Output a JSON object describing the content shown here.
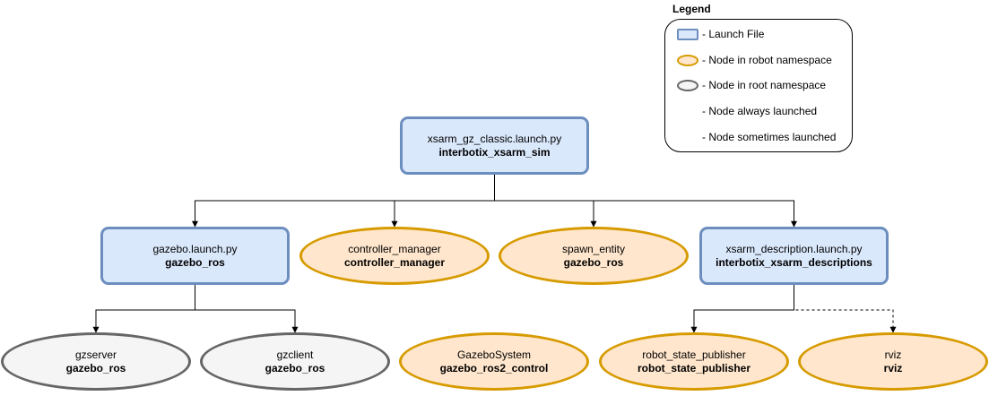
{
  "legend": {
    "title": "Legend",
    "items": [
      {
        "swatch": "launch-file",
        "label": "- Launch File"
      },
      {
        "swatch": "robot-namespace-node",
        "label": "- Node in robot namespace"
      },
      {
        "swatch": "root-namespace-node",
        "label": "- Node in root namespace"
      },
      {
        "swatch": "solid-arrow",
        "label": "- Node always launched"
      },
      {
        "swatch": "dashed-arrow",
        "label": "- Node sometimes launched"
      }
    ]
  },
  "colors": {
    "launch_fill": "#dae8fc",
    "launch_stroke": "#6c8ebf",
    "robot_fill": "#ffe6cc",
    "robot_stroke": "#d79b00",
    "root_fill": "#f5f5f5",
    "root_stroke": "#666666",
    "edge": "#000000"
  },
  "nodes": {
    "xsarm_gz_classic": {
      "kind": "launch-file",
      "name": "xsarm_gz_classic.launch.py",
      "package": "interbotix_xsarm_sim"
    },
    "gazebo_launch": {
      "kind": "launch-file",
      "name": "gazebo.launch.py",
      "package": "gazebo_ros"
    },
    "controller_manager": {
      "kind": "robot-namespace-node",
      "name": "controller_manager",
      "package": "controller_manager"
    },
    "spawn_entity": {
      "kind": "robot-namespace-node",
      "name": "spawn_entity",
      "package": "gazebo_ros"
    },
    "xsarm_description": {
      "kind": "launch-file",
      "name": "xsarm_description.launch.py",
      "package": "interbotix_xsarm_descriptions"
    },
    "gzserver": {
      "kind": "root-namespace-node",
      "name": "gzserver",
      "package": "gazebo_ros"
    },
    "gzclient": {
      "kind": "root-namespace-node",
      "name": "gzclient",
      "package": "gazebo_ros"
    },
    "gazebo_system": {
      "kind": "robot-namespace-node",
      "name": "GazeboSystem",
      "package": "gazebo_ros2_control"
    },
    "robot_state_publisher": {
      "kind": "robot-namespace-node",
      "name": "robot_state_publisher",
      "package": "robot_state_publisher"
    },
    "rviz": {
      "kind": "robot-namespace-node",
      "name": "rviz",
      "package": "rviz"
    }
  },
  "edges": [
    {
      "from": "xsarm_gz_classic",
      "to": "gazebo_launch",
      "style": "always"
    },
    {
      "from": "xsarm_gz_classic",
      "to": "controller_manager",
      "style": "always"
    },
    {
      "from": "xsarm_gz_classic",
      "to": "spawn_entity",
      "style": "always"
    },
    {
      "from": "xsarm_gz_classic",
      "to": "xsarm_description",
      "style": "always"
    },
    {
      "from": "gazebo_launch",
      "to": "gzserver",
      "style": "always"
    },
    {
      "from": "gazebo_launch",
      "to": "gzclient",
      "style": "always"
    },
    {
      "from": "xsarm_description",
      "to": "robot_state_publisher",
      "style": "always"
    },
    {
      "from": "xsarm_description",
      "to": "rviz",
      "style": "sometimes"
    }
  ]
}
